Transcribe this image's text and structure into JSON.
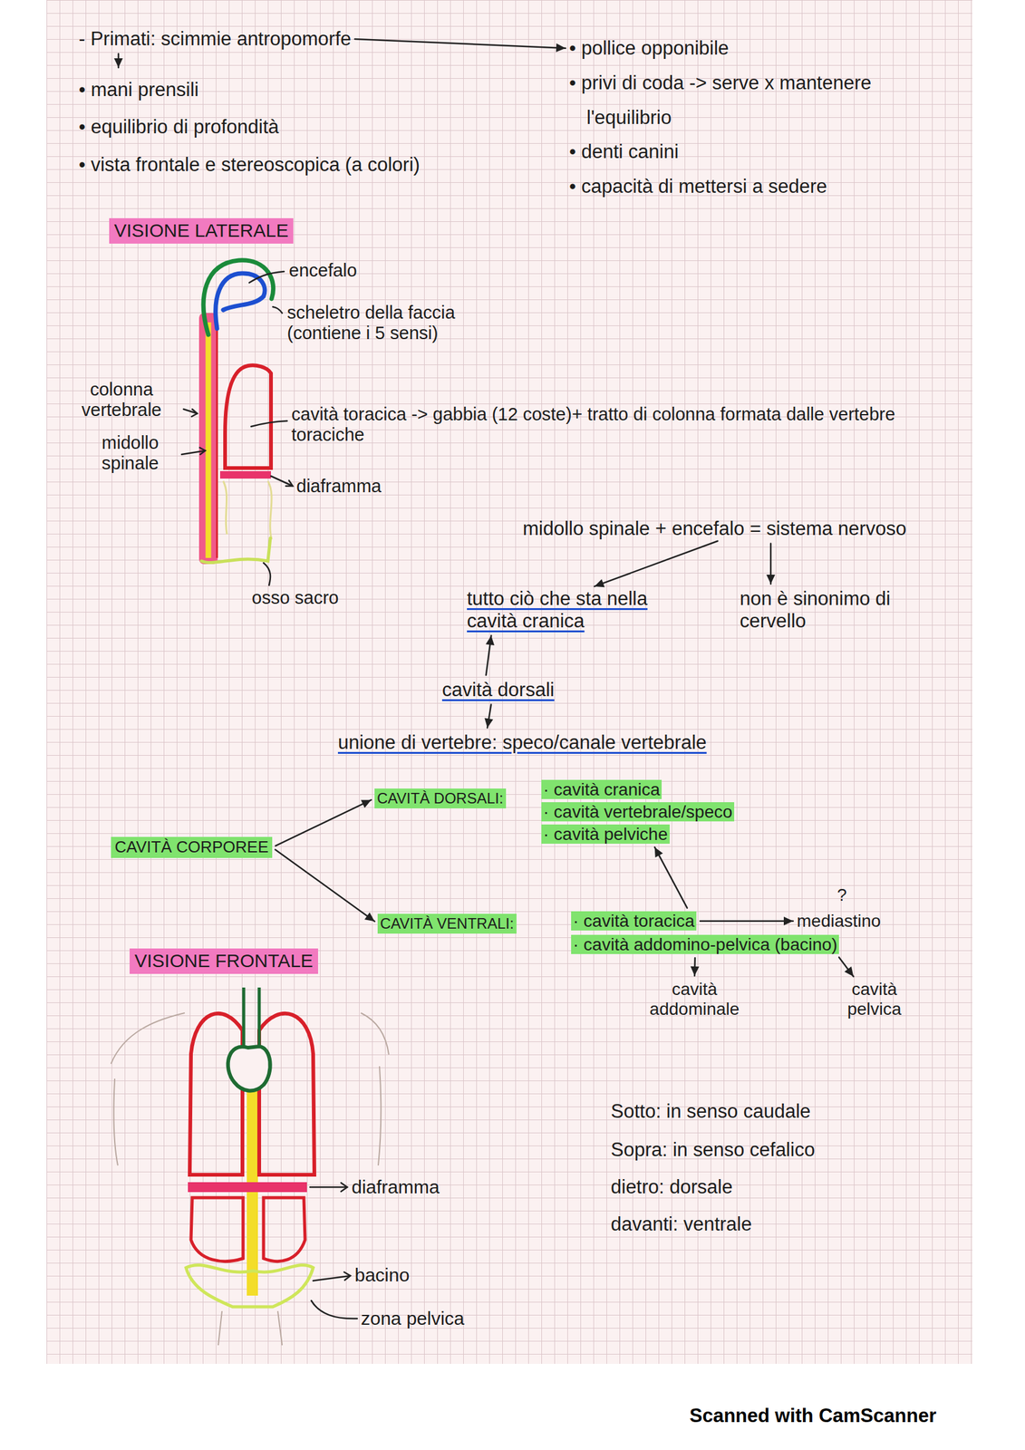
{
  "diagram": {
    "nodes": [
      {
        "text": [
          "- Primati: scimmie antropomorfe"
        ]
      },
      {
        "text": [
          "• pollice opponibile",
          "• privi di coda -> serve x mantenere l'equilibrio",
          "• denti canini",
          "• capacità di mettersi a sedere"
        ]
      },
      {
        "text": [
          "• mani prensili",
          "• equilibrio di profondità",
          "• vista frontale e stereoscopica (a colori)"
        ]
      },
      {
        "text": [
          "VISIONE LATERALE"
        ]
      },
      {
        "text": [
          "midollo spinale + encefalo = sistema nervoso"
        ]
      },
      {
        "text": [
          "tutto ciò che sta nella cavità cranica"
        ]
      },
      {
        "text": [
          "non è sinonimo di cervello"
        ]
      },
      {
        "text": [
          "cavità dorsali"
        ]
      },
      {
        "text": [
          "unione di vertebre: speco/canale vertebrale"
        ]
      },
      {
        "text": [
          "CAVITÀ CORPOREE"
        ]
      },
      {
        "text": [
          "CAVITÀ DORSALI:"
        ]
      },
      {
        "text": [
          "CAVITÀ VENTRALI:"
        ]
      },
      {
        "text": [
          "· cavità cranica"
        ]
      },
      {
        "text": [
          "· cavità vertebrale/speco"
        ]
      },
      {
        "text": [
          "· cavità pelviche"
        ]
      },
      {
        "text": [
          "· cavità toracica"
        ]
      },
      {
        "text": [
          "mediastino"
        ]
      },
      {
        "text": [
          "· cavità addomino-pelvica (bacino)"
        ]
      },
      {
        "text": [
          "cavità addominale"
        ]
      },
      {
        "text": [
          "cavità pelvica"
        ]
      },
      {
        "text": [
          "VISIONE FRONTALE"
        ]
      }
    ],
    "edges": [
      {
        "from": 0,
        "to": 1,
        "arrow": "to"
      },
      {
        "from": 0,
        "to": 2,
        "arrow": "to"
      },
      {
        "from": 4,
        "to": 5,
        "arrow": "to"
      },
      {
        "from": 4,
        "to": 6,
        "arrow": "to"
      },
      {
        "from": 7,
        "to": 5,
        "arrow": "to"
      },
      {
        "from": 7,
        "to": 8,
        "arrow": "to"
      },
      {
        "from": 9,
        "to": 10,
        "arrow": "to"
      },
      {
        "from": 9,
        "to": 11,
        "arrow": "to"
      },
      {
        "from": 15,
        "to": 16,
        "arrow": "to"
      },
      {
        "from": 17,
        "to": 18,
        "arrow": "to"
      },
      {
        "from": 17,
        "to": 19,
        "arrow": "to"
      },
      {
        "from": 15,
        "to": 14,
        "arrow": "to"
      }
    ],
    "labels": [
      "encefalo",
      "scheletro della faccia (contiene i 5 sensi)",
      "colonna vertebrale",
      "cavità toracica -> gabbia (12 coste)+ tratto di colonna formata dalle vertebre toraciche",
      "midollo spinale",
      "diaframma",
      "osso sacro",
      "?",
      "diaframma",
      "bacino",
      "zona pelvica",
      "Sotto: in senso caudale",
      "Sopra: in senso cefalico",
      "dietro: dorsale",
      "davanti: ventrale",
      "Scanned with CamScanner"
    ]
  }
}
